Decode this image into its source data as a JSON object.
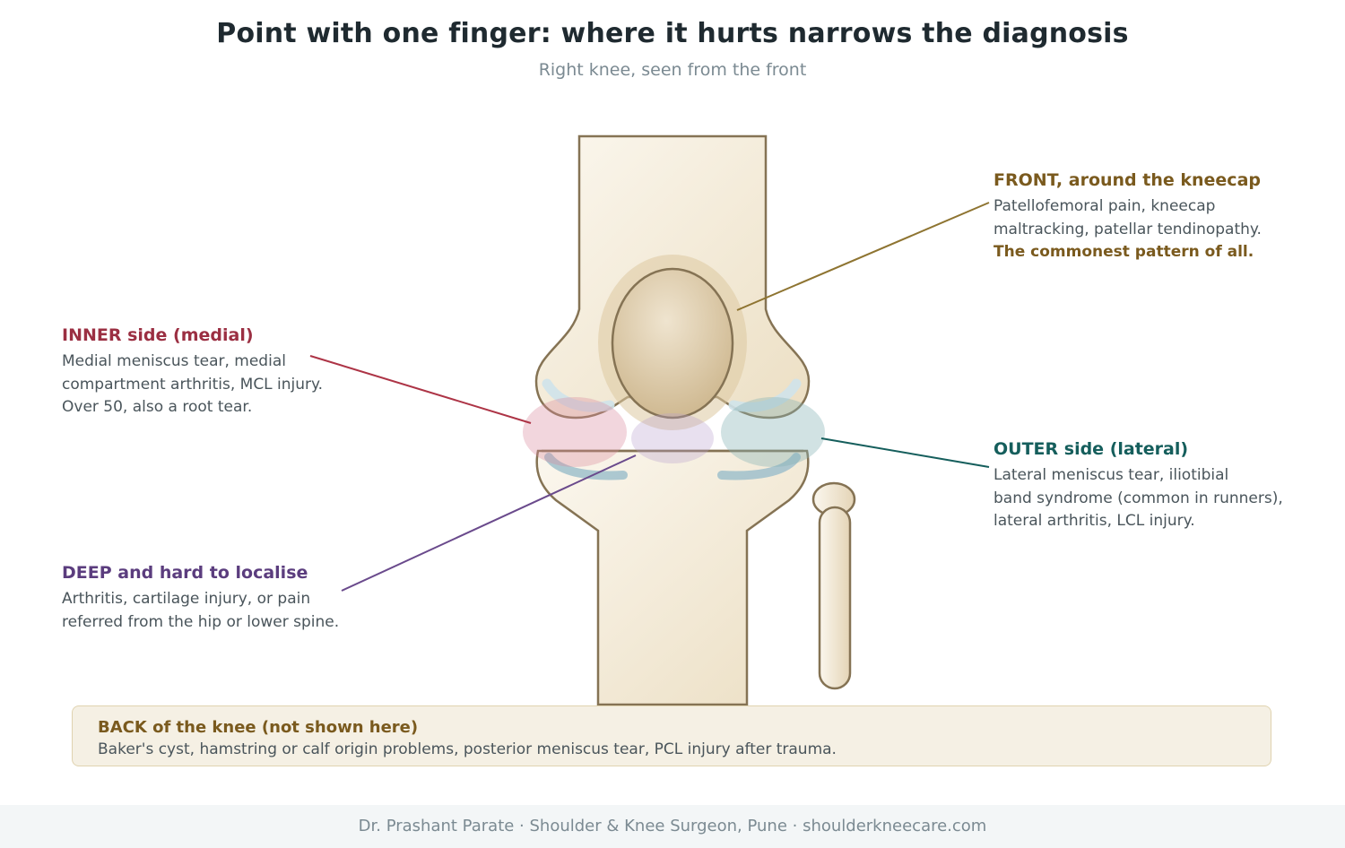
{
  "header": {
    "title": "Point with one finger: where it hurts narrows the diagnosis",
    "subtitle": "Right knee, seen from the front"
  },
  "callouts": {
    "front": {
      "heading": "FRONT, around the kneecap",
      "text": "Patellofemoral pain, kneecap\nmaltracking, patellar tendinopathy.",
      "emphasis": "The commonest pattern of all.",
      "color": "#7a5a1e"
    },
    "inner": {
      "heading": "INNER side (medial)",
      "text": "Medial meniscus tear, medial\ncompartment arthritis, MCL injury.\nOver 50, also a root tear.",
      "color": "#9b2f42"
    },
    "outer": {
      "heading": "OUTER side (lateral)",
      "text": "Lateral meniscus tear, iliotibial\nband syndrome (common in runners),\nlateral arthritis, LCL injury.",
      "color": "#155e5c"
    },
    "deep": {
      "heading": "DEEP and hard to localise",
      "text": "Arthritis, cartilage injury, or pain\nreferred from the hip or lower spine.",
      "color": "#5b3d7e"
    }
  },
  "back": {
    "heading": "BACK of the knee (not shown here)",
    "text": "Baker's cyst, hamstring or calf origin problems, posterior meniscus tear, PCL injury after trauma."
  },
  "footer": {
    "text": "Dr. Prashant Parate · Shoulder & Knee Surgeon, Pune · shoulderkneecare.com"
  }
}
